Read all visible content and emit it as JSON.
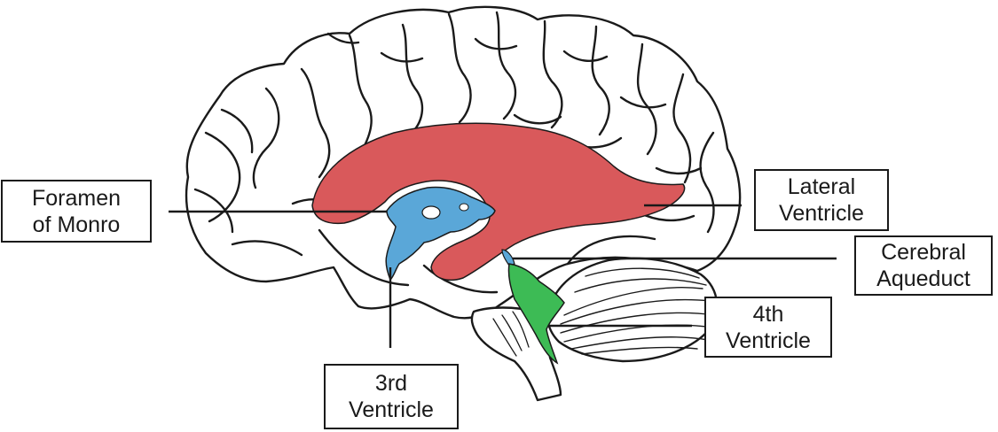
{
  "colors": {
    "outline": "#1a1a1a",
    "lateral_ventricle": "#d9595b",
    "third_ventricle": "#5aa7d8",
    "fourth_ventricle": "#3dbb55",
    "background": "#ffffff"
  },
  "labels": {
    "foramen_of_monro": {
      "line1": "Foramen",
      "line2": "of Monro"
    },
    "lateral_ventricle": {
      "line1": "Lateral",
      "line2": "Ventricle"
    },
    "cerebral_aqueduct": {
      "line1": "Cerebral",
      "line2": "Aqueduct"
    },
    "fourth_ventricle": {
      "line1": "4th",
      "line2": "Ventricle"
    },
    "third_ventricle": {
      "line1": "3rd",
      "line2": "Ventricle"
    }
  }
}
